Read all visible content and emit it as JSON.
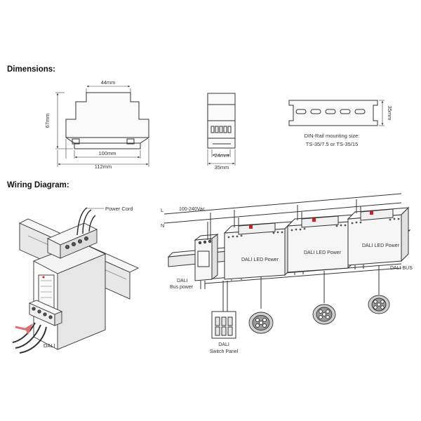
{
  "sections": {
    "dimensions_title": "Dimensions:",
    "wiring_title": "Wiring Diagram:"
  },
  "dimensions": {
    "front_top_width": "44mm",
    "front_height": "67mm",
    "front_inner_width": "100mm",
    "front_total_width": "112mm",
    "side_inner_width": "24mm",
    "side_total_width": "35mm",
    "rail_height": "35mm",
    "rail_caption_line1": "DIN-Rail mounting size:",
    "rail_caption_line2": "TS-35/7.5 or TS-35/15"
  },
  "wiring": {
    "power_cord_label": "Power Cord",
    "dali_label": "DALI",
    "line_L": "L",
    "line_N": "N",
    "voltage_label": "100-240Vac",
    "bus_power_line1": "DALI",
    "bus_power_line2": "Bus power",
    "switch_panel_line1": "DALI",
    "switch_panel_line2": "Switch Panel",
    "dali_bus_label": "DALI BUS",
    "module_labels": [
      "DALI LED Power",
      "DALI LED Power",
      "DALI LED Power"
    ]
  },
  "colors": {
    "line": "#333333",
    "indicator_red": "#d22020",
    "device_fill": "#f2f2f2",
    "arrow_pink": "#e07070"
  }
}
